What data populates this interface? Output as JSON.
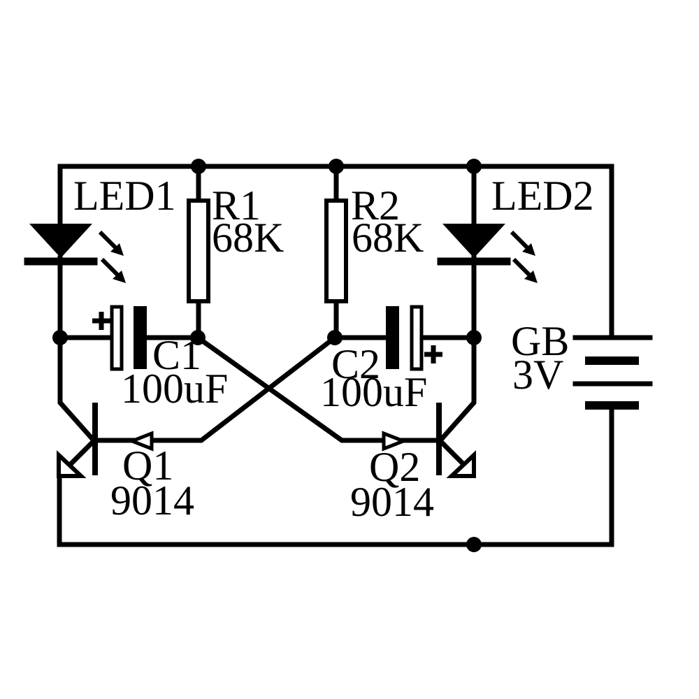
{
  "diagram": {
    "type": "schematic",
    "background": "#ffffff",
    "ink": "#000000",
    "components": {
      "led1": {
        "label": "LED1"
      },
      "led2": {
        "label": "LED2"
      },
      "r1": {
        "designator": "R1",
        "value": "68K"
      },
      "r2": {
        "designator": "R2",
        "value": "68K"
      },
      "c1": {
        "designator": "C1",
        "value": "100uF",
        "polarity": "+"
      },
      "c2": {
        "designator": "C2",
        "value": "100uF",
        "polarity": "+"
      },
      "q1": {
        "designator": "Q1",
        "value": "9014"
      },
      "q2": {
        "designator": "Q2",
        "value": "9014"
      },
      "battery": {
        "designator": "GB",
        "value": "3V"
      }
    }
  }
}
